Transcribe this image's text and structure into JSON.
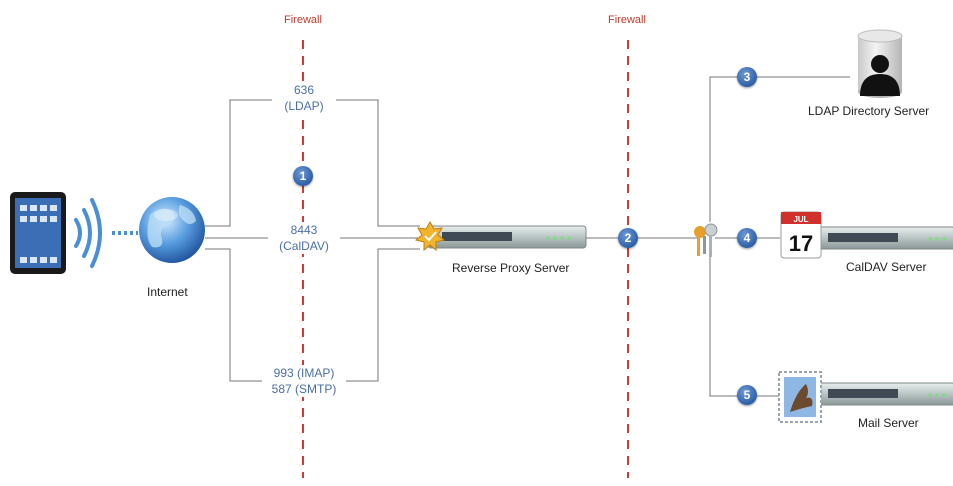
{
  "firewalls": [
    "Firewall",
    "Firewall"
  ],
  "ports": {
    "ldap": [
      "636",
      "(LDAP)"
    ],
    "caldav": [
      "8443",
      "(CalDAV)"
    ],
    "mail": [
      "993 (IMAP)",
      "587 (SMTP)"
    ]
  },
  "nodes": {
    "internet": "Internet",
    "proxy": "Reverse Proxy Server",
    "ldap": "LDAP Directory Server",
    "caldav": "CalDAV Server",
    "mail": "Mail Server"
  },
  "steps": [
    "1",
    "2",
    "3",
    "4",
    "5"
  ],
  "calendar": {
    "month": "JUL",
    "day": "17"
  },
  "colors": {
    "firewall": "#d03a35",
    "badge": "#2d5fa8",
    "port_text": "#4a6fa5",
    "line": "#777777"
  }
}
